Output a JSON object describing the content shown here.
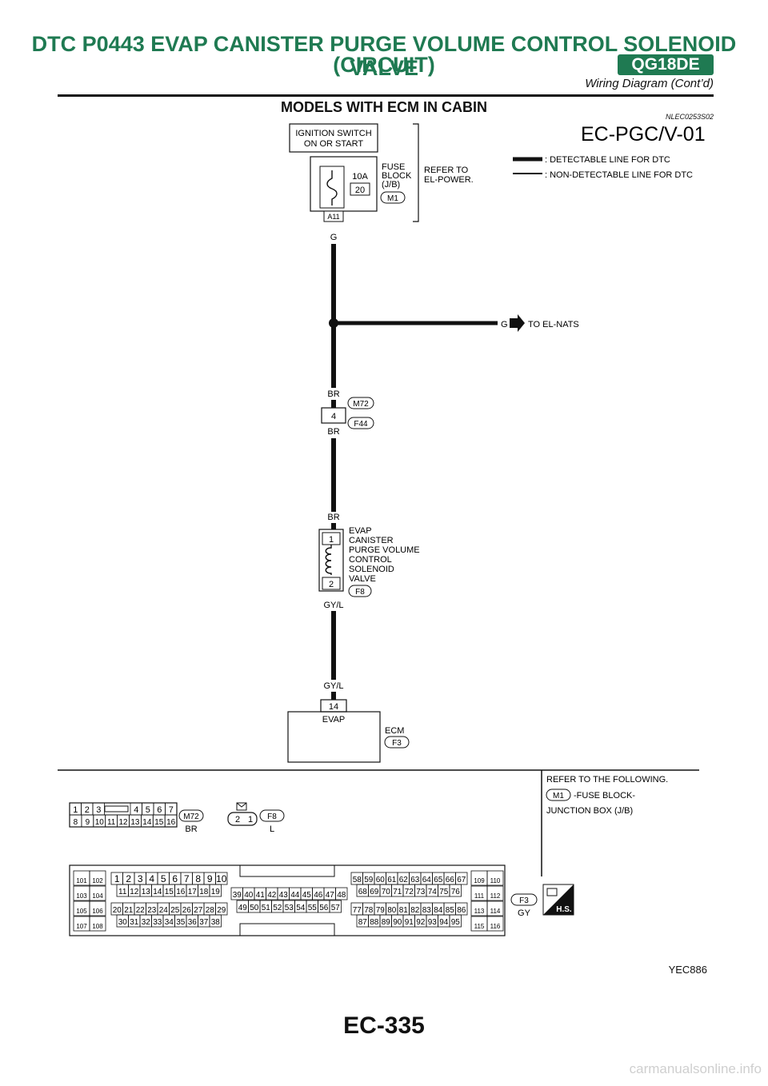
{
  "header": {
    "title_line1": "DTC P0443 EVAP CANISTER PURGE VOLUME CONTROL SOLENOID VALVE",
    "title_line2": "(CIRCUIT)",
    "engine_tag": "QG18DE",
    "subtitle": "Wiring Diagram (Cont’d)"
  },
  "section": {
    "title": "MODELS WITH ECM IN CABIN",
    "code": "NLEC0253S02"
  },
  "diagram": {
    "diagram_id": "EC-PGC/V-01",
    "legend": [
      {
        "label": ": DETECTABLE LINE FOR DTC",
        "style": "thick"
      },
      {
        "label": ": NON-DETECTABLE LINE FOR DTC",
        "style": "thin"
      }
    ],
    "ignition_switch": {
      "line1": "IGNITION SWITCH",
      "line2": "ON OR START"
    },
    "fuse": {
      "amps": "10A",
      "number": "20",
      "block_line1": "FUSE",
      "block_line2": "BLOCK",
      "block_line3": "(J/B)",
      "connector": "M1",
      "terminal": "A11"
    },
    "refer_power": {
      "line1": "REFER TO",
      "line2": "EL-POWER."
    },
    "wires": {
      "g": "G",
      "br": "BR",
      "gyl": "GY/L"
    },
    "branch": {
      "color": "G",
      "dest": "TO EL-NATS"
    },
    "joint": {
      "upper_connector": "M72",
      "lower_connector": "F44",
      "terminal": "4"
    },
    "solenoid": {
      "lines": [
        "EVAP",
        "CANISTER",
        "PURGE VOLUME",
        "CONTROL",
        "SOLENOID",
        "VALVE"
      ],
      "pin1": "1",
      "pin2": "2",
      "connector": "F8"
    },
    "ecm": {
      "pin": "14",
      "pin_label": "EVAP",
      "label": "ECM",
      "connector": "F3"
    }
  },
  "connectors": {
    "refer_following": "REFER TO THE FOLLOWING.",
    "fuse_ref": {
      "connector": "M1",
      "line1": "-FUSE BLOCK-",
      "line2": "JUNCTION BOX (J/B)"
    },
    "m72": {
      "id": "M72",
      "color": "BR",
      "row1": [
        "1",
        "2",
        "3",
        "4",
        "5",
        "6",
        "7"
      ],
      "row2": [
        "8",
        "9",
        "10",
        "11",
        "12",
        "13",
        "14",
        "15",
        "16"
      ]
    },
    "f8": {
      "id": "F8",
      "color": "L",
      "pins": [
        "2",
        "1"
      ]
    },
    "f3": {
      "id": "F3",
      "color": "GY",
      "left_block": [
        [
          "101",
          "102"
        ],
        [
          "103",
          "104"
        ],
        [
          "105",
          "106"
        ],
        [
          "107",
          "108"
        ]
      ],
      "right_block": [
        [
          "109",
          "110"
        ],
        [
          "111",
          "112"
        ],
        [
          "113",
          "114"
        ],
        [
          "115",
          "116"
        ]
      ],
      "g1_row1": [
        "1",
        "2",
        "3",
        "4",
        "5",
        "6",
        "7",
        "8",
        "9",
        "10"
      ],
      "g1_row2": [
        "11",
        "12",
        "13",
        "14",
        "15",
        "16",
        "17",
        "18",
        "19"
      ],
      "g1_row3": [
        "20",
        "21",
        "22",
        "23",
        "24",
        "25",
        "26",
        "27",
        "28",
        "29"
      ],
      "g1_row4": [
        "30",
        "31",
        "32",
        "33",
        "34",
        "35",
        "36",
        "37",
        "38"
      ],
      "mid_row1": [
        "39",
        "40",
        "41",
        "42",
        "43",
        "44",
        "45",
        "46",
        "47",
        "48"
      ],
      "mid_row2": [
        "49",
        "50",
        "51",
        "52",
        "53",
        "54",
        "55",
        "56",
        "57"
      ],
      "g3_row1": [
        "58",
        "59",
        "60",
        "61",
        "62",
        "63",
        "64",
        "65",
        "66",
        "67"
      ],
      "g3_row2": [
        "68",
        "69",
        "70",
        "71",
        "72",
        "73",
        "74",
        "75",
        "76"
      ],
      "g3_row3": [
        "77",
        "78",
        "79",
        "80",
        "81",
        "82",
        "83",
        "84",
        "85",
        "86"
      ],
      "g3_row4": [
        "87",
        "88",
        "89",
        "90",
        "91",
        "92",
        "93",
        "94",
        "95"
      ]
    },
    "hs_badge": "H.S."
  },
  "footer": {
    "figure_code": "YEC886",
    "page_number": "EC-335",
    "watermark": "carmanualsonline.info"
  },
  "colors": {
    "header_green": "#1f7a52",
    "line": "#111111"
  }
}
